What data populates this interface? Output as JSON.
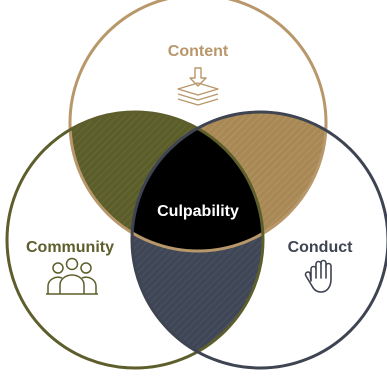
{
  "diagram": {
    "sets": [
      {
        "label": "Content",
        "icon": "stacked-papers-download-icon",
        "color": "#b8976a"
      },
      {
        "label": "Community",
        "icon": "people-group-icon",
        "color": "#5d5e2c"
      },
      {
        "label": "Conduct",
        "icon": "raised-hand-icon",
        "color": "#3e4452"
      }
    ],
    "center": {
      "label": "Culpability",
      "fill": "#000000",
      "text_color": "#ffffff"
    },
    "overlaps": {
      "content_community": "#5b5d2a",
      "content_conduct": "#a88855",
      "community_conduct": "#3f4656"
    }
  }
}
